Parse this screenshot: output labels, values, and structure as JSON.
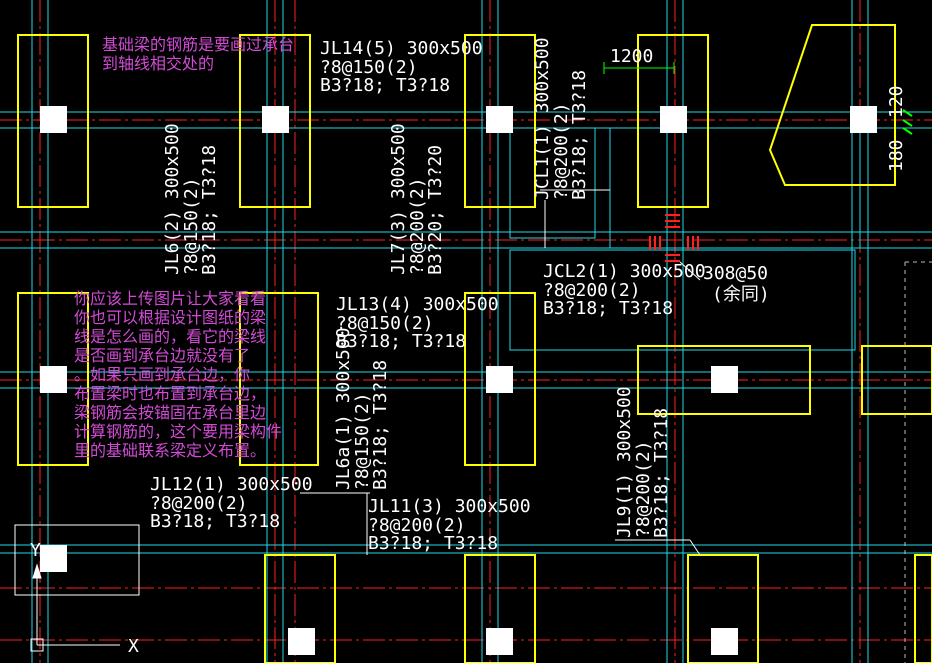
{
  "notes": {
    "top": "基础梁的钢筋是要画过承台\n到轴线相交处的",
    "middle": "你应该上传图片让大家看看\n你也可以根据设计图纸的梁\n线是怎么画的，看它的梁线\n是否画到承台边就没有了\n。如果只画到承台边，你\n布置梁时也布置到承台边，\n梁钢筋会按锚固在承台里边\n计算钢筋的，这个要用梁构件\n里的基础联系梁定义布置。"
  },
  "beams": {
    "jl14": {
      "l1": "JL14(5) 300x500",
      "l2": "?8@150(2)",
      "l3": "B3?18; T3?18"
    },
    "jl6": {
      "l1": "JL6(2) 300x500",
      "l2": "?8@150(2)",
      "l3": "B3?18; T3?18"
    },
    "jl7": {
      "l1": "JL7(3) 300x500",
      "l2": "?8@200(2)",
      "l3": "B3?20; T3?20"
    },
    "jcl1": {
      "l1": "JCL1(1) 300x500",
      "l2": "?8@200(2)",
      "l3": "B3?18; T3?18"
    },
    "jcl2": {
      "l1": "JCL2(1) 300x500",
      "l2": "?8@200(2)",
      "l3": "B3?18; T3?18"
    },
    "jl13": {
      "l1": "JL13(4) 300x500",
      "l2": "?8@150(2)",
      "l3": "B3?18; T3?18"
    },
    "jl6a": {
      "l1": "JL6a(1) 300x500",
      "l2": "?8@150(2)",
      "l3": "B3?18; T3?18"
    },
    "jl12": {
      "l1": "JL12(1) 300x500",
      "l2": "?8@200(2)",
      "l3": "B3?18; T3?18"
    },
    "jl11": {
      "l1": "JL11(3) 300x500",
      "l2": "?8@200(2)",
      "l3": "B3?18; T3?18"
    },
    "jl9": {
      "l1": "JL9(1) 300x500",
      "l2": "?8@200(2)",
      "l3": "B3?18; T3?18"
    }
  },
  "dims": {
    "d1200": "1200",
    "d120": "120",
    "d180": "180"
  },
  "rebar_note": {
    "l1": "308@50",
    "l2": "(余同)"
  },
  "axes": {
    "x": "X",
    "y": "Y"
  },
  "colors": {
    "background": "#000000",
    "cap": "#ffff00",
    "axis": "#ff0000",
    "beam_edge": "#00e5ff",
    "note": "#d24bd6",
    "text": "#ffffff",
    "dim": "#00ff00"
  }
}
